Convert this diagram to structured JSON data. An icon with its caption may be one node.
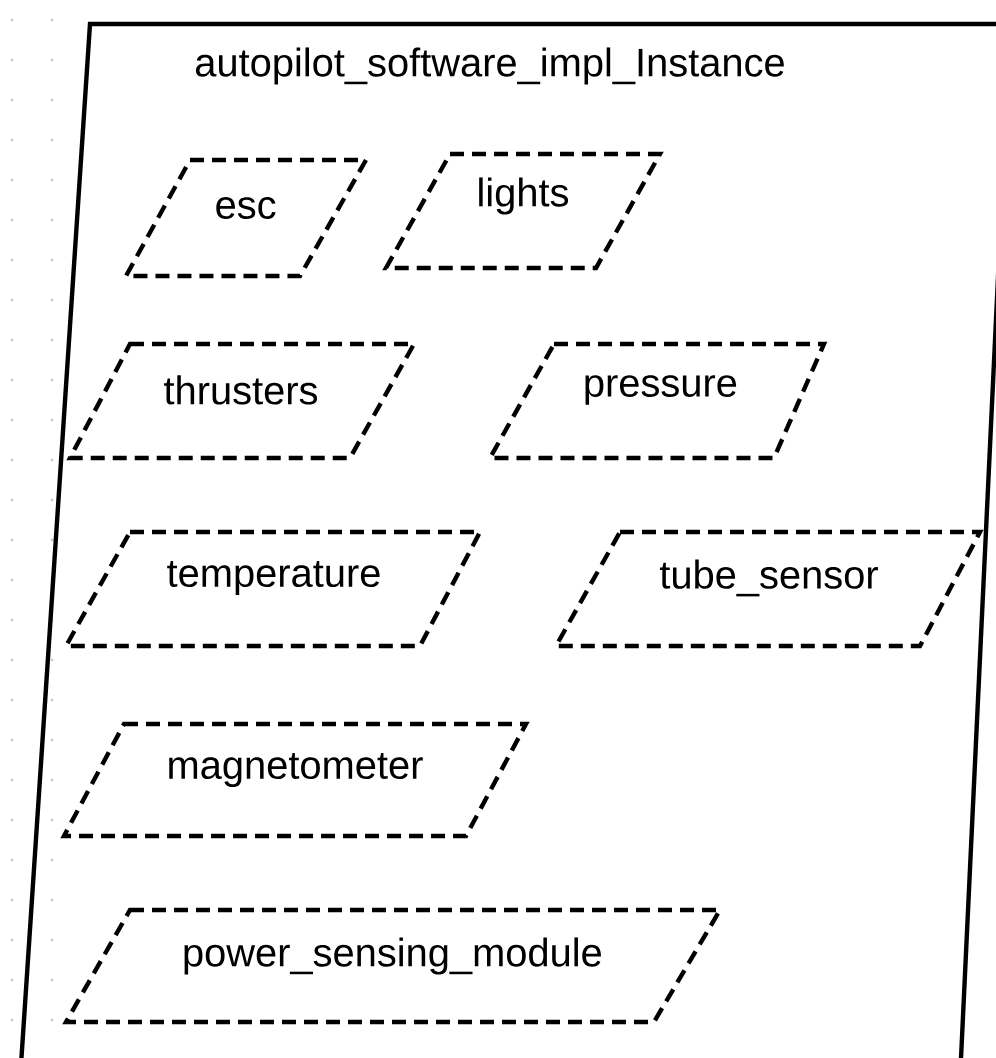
{
  "diagram": {
    "nodes": [
      {
        "text": [
          "autopilot_software_impl_Instance"
        ]
      },
      {
        "text": [
          "esc"
        ],
        "in": 0
      },
      {
        "text": [
          "lights"
        ],
        "in": 0
      },
      {
        "text": [
          "thrusters"
        ],
        "in": 0
      },
      {
        "text": [
          "pressure"
        ],
        "in": 0
      },
      {
        "text": [
          "temperature"
        ],
        "in": 0
      },
      {
        "text": [
          "tube_sensor"
        ],
        "in": 0
      },
      {
        "text": [
          "magnetometer"
        ],
        "in": 0
      },
      {
        "text": [
          "power_sensing_module"
        ],
        "in": 0
      }
    ]
  }
}
